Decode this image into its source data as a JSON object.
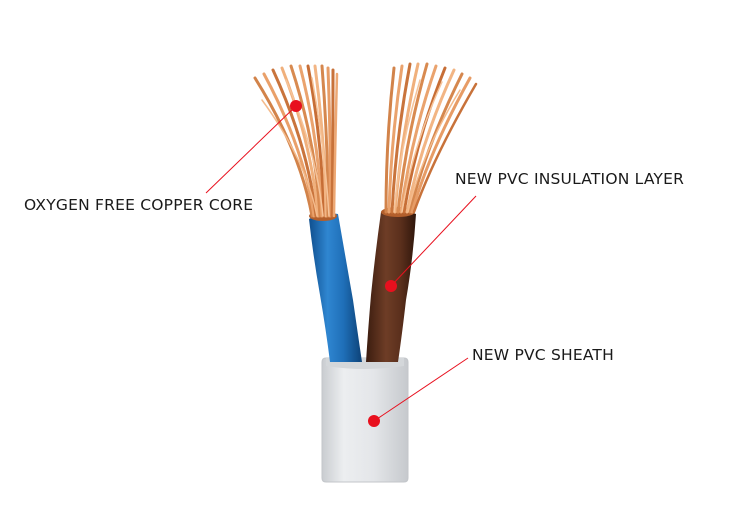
{
  "labels": {
    "copper_core": "OXYGEN FREE COPPER CORE",
    "insulation_layer": "NEW PVC INSULATION LAYER",
    "sheath": "NEW PVC SHEATH"
  },
  "colors": {
    "background": "#ffffff",
    "marker": "#e8101e",
    "leader_line": "#e8101e",
    "copper": "#d98a4e",
    "blue_insulation": "#1f6fb8",
    "brown_insulation": "#5a2f1c",
    "sheath": "#e2e4e7"
  }
}
